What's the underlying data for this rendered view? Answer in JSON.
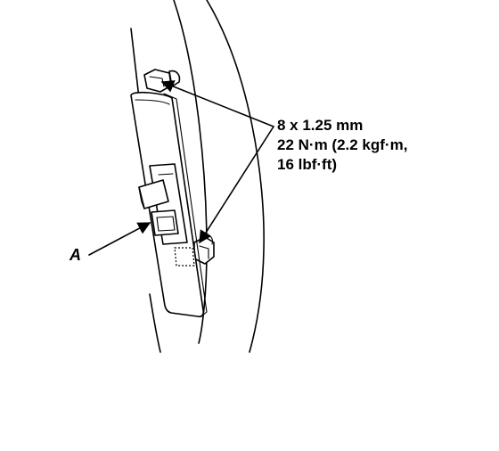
{
  "callouts": {
    "bolt_spec": {
      "size": "8 x 1.25 mm",
      "torque_line1": "22 N·m (2.2 kgf·m,",
      "torque_line2": "16 lbf·ft)"
    },
    "part_label": "A"
  },
  "colors": {
    "ink": "#000000",
    "paper": "#ffffff"
  }
}
